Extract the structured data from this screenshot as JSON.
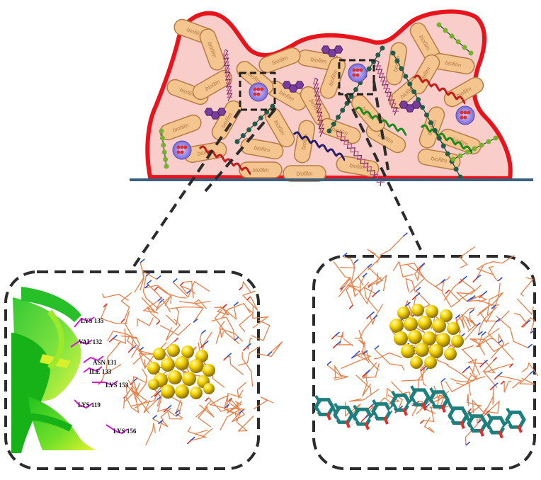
{
  "colors": {
    "biofilm_outline": "#e8131b",
    "biofilm_fill": "#f9cdca",
    "bacteria_fill": "#f5c590",
    "bacteria_stroke": "#b47b43",
    "surface_line": "#3a5f7f",
    "dashed": "#2c2c2c",
    "protein_green": "#1fc21f",
    "protein_yellow": "#d8f02c",
    "residue_magenta": "#d61cd6",
    "gold_nanoparticle": "#f4d300",
    "polysaccharide_teal": "#1e7f7f"
  },
  "biofilm": {
    "bacteria_label": "biofilm"
  },
  "left_inset": {
    "residues": [
      "LYS 135",
      "VAL 132",
      "ASN 131",
      "ILE 133",
      "LYS 153",
      "LYS 119",
      "LYS 156"
    ]
  },
  "right_inset": {}
}
